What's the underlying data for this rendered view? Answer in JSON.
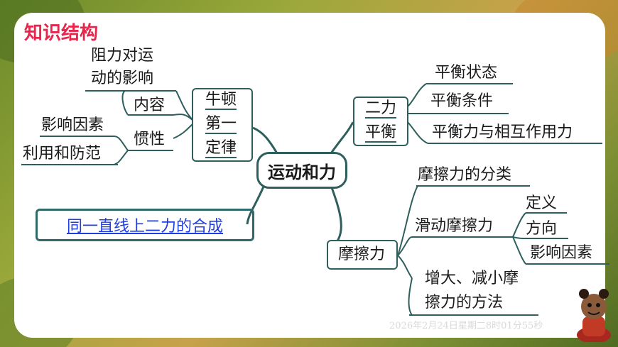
{
  "title": "知识结构",
  "center": "运动和力",
  "left": {
    "newton": {
      "label_lines": [
        "牛顿",
        "第一",
        "定律"
      ],
      "effect": [
        "阻力对运",
        "动的影响"
      ],
      "content": "内容",
      "inertia": "惯性",
      "factors": "影响因素",
      "use": "利用和防范"
    },
    "link": "同一直线上二力的合成"
  },
  "right": {
    "balance": {
      "label_lines": [
        "二力",
        "平衡"
      ],
      "items": [
        "平衡状态",
        "平衡条件",
        "平衡力与相互作用力"
      ]
    },
    "friction": {
      "label": "摩擦力",
      "types": "摩擦力的分类",
      "sliding": "滑动摩擦力",
      "sliding_items": [
        "定义",
        "方向",
        "影响因素"
      ],
      "methods": [
        "增大、减小摩",
        "擦力的方法"
      ]
    }
  },
  "timestamp": "2026年2月24日星期二8时01分55秒",
  "colors": {
    "title": "#e8254a",
    "line": "#2e5f5d",
    "link": "#1f3de0"
  }
}
